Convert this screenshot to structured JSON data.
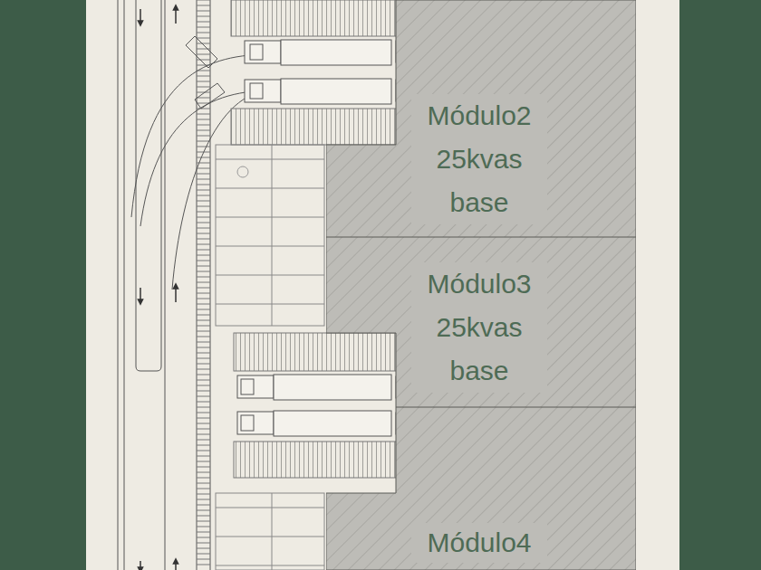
{
  "diagram": {
    "nodes": [
      {
        "text": [
          "Módulo2 25kvas base"
        ]
      },
      {
        "text": [
          "Módulo3 25kvas base"
        ]
      },
      {
        "text": [
          "Módulo4"
        ]
      }
    ]
  }
}
